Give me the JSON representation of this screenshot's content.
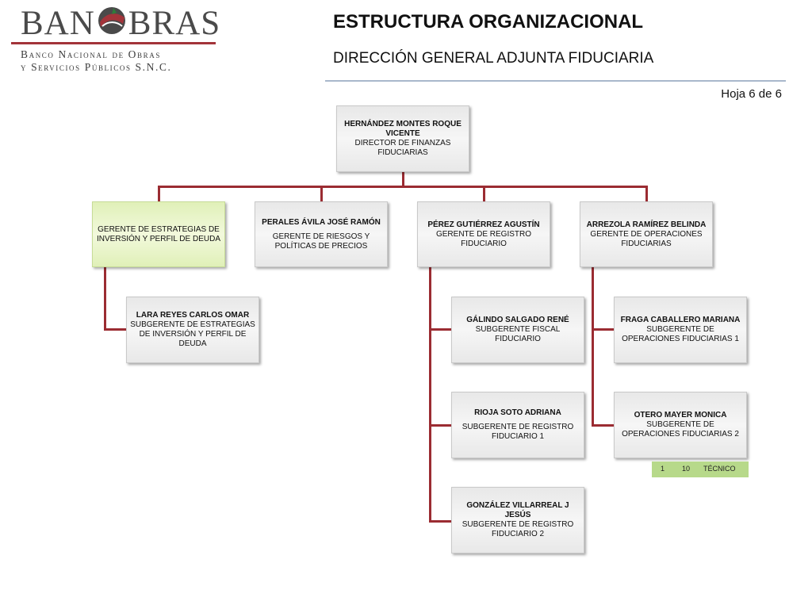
{
  "header": {
    "logo_left": "BAN",
    "logo_right": "BRAS",
    "logo_line1": "Banco Nacional de Obras",
    "logo_line2": "y Servicios Públicos S.N.C.",
    "title": "ESTRUCTURA ORGANIZACIONAL",
    "subtitle": "DIRECCIÓN GENERAL ADJUNTA FIDUCIARIA",
    "sheet": "Hoja 6 de 6"
  },
  "org": {
    "director": {
      "name": "HERNÁNDEZ MONTES ROQUE VICENTE",
      "role": "DIRECTOR DE FINANZAS FIDUCIARIAS"
    },
    "managers": [
      {
        "name": "",
        "role": "GERENTE DE ESTRATEGIAS DE INVERSIÓN Y PERFIL DE DEUDA"
      },
      {
        "name": "PERALES ÁVILA JOSÉ RAMÓN",
        "role": "GERENTE DE RIESGOS Y POLÍTICAS DE PRECIOS"
      },
      {
        "name": "PÉREZ GUTIÉRREZ AGUSTÍN",
        "role": "GERENTE DE REGISTRO FIDUCIARIO"
      },
      {
        "name": "ARREZOLA RAMÍREZ BELINDA",
        "role": "GERENTE DE OPERACIONES FIDUCIARIAS"
      }
    ],
    "sub_strategy": [
      {
        "name": "LARA REYES CARLOS OMAR",
        "role": "SUBGERENTE DE ESTRATEGIAS DE INVERSIÓN Y PERFIL DE DEUDA"
      }
    ],
    "sub_registry": [
      {
        "name": "GÁLINDO SALGADO RENÉ",
        "role": "SUBGERENTE FISCAL FIDUCIARIO"
      },
      {
        "name": "RIOJA SOTO ADRIANA",
        "role": "SUBGERENTE DE REGISTRO FIDUCIARIO 1"
      },
      {
        "name": "GONZÁLEZ VILLARREAL J JESÚS",
        "role": "SUBGERENTE DE REGISTRO FIDUCIARIO 2"
      }
    ],
    "sub_operations": [
      {
        "name": "FRAGA CABALLERO MARIANA",
        "role": "SUBGERENTE DE OPERACIONES FIDUCIARIAS 1"
      },
      {
        "name": "OTERO MAYER MONICA",
        "role": "SUBGERENTE DE OPERACIONES FIDUCIARIAS 2"
      }
    ]
  },
  "legend": {
    "col1": "1",
    "col2": "10",
    "col3": "TÉCNICO"
  },
  "colors": {
    "connector": "#9b2c32",
    "highlight": "#e0f0b8",
    "legend": "#b7d98a",
    "brand_red": "#a3343a"
  }
}
